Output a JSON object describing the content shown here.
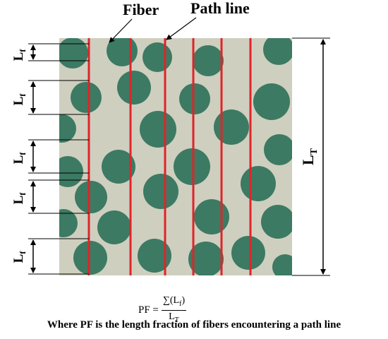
{
  "labels": {
    "fiber": "Fiber",
    "path_line": "Path line",
    "lf_main": "L",
    "lf_sub": "f",
    "lt_main": "L",
    "lt_sub": "T"
  },
  "formula": {
    "lhs": "PF =",
    "numerator_symbol": "∑(L",
    "numerator_sub": "f",
    "numerator_close": ")",
    "denominator_main": "L",
    "denominator_sub": "T"
  },
  "caption": "Where PF is the length fraction of fibers encountering a path line",
  "colors": {
    "matrix": "#cfcfbf",
    "fiber": "#3c7a63",
    "path_line": "#e0242a",
    "annotation": "#000000"
  }
}
